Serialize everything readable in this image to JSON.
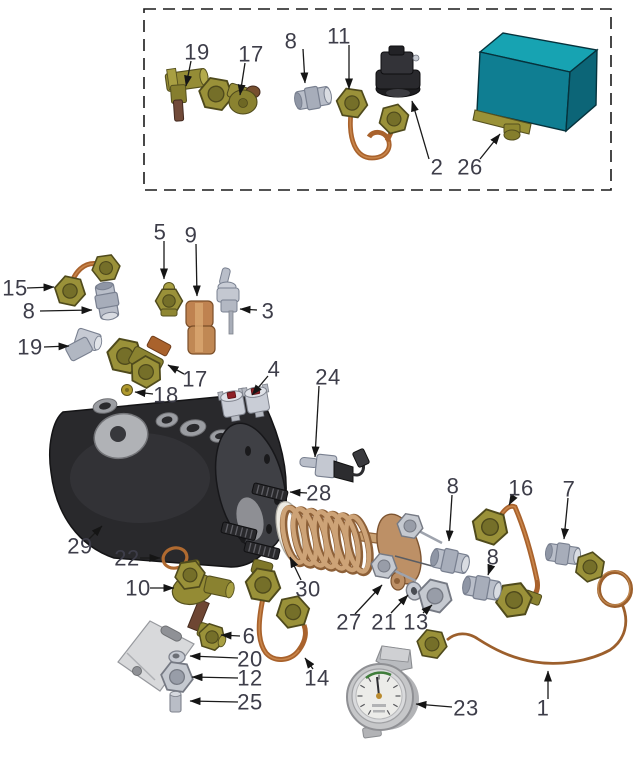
{
  "diagram": {
    "description_visible_text_only": "",
    "callouts": [
      {
        "label": "19"
      },
      {
        "label": "17"
      },
      {
        "label": "8"
      },
      {
        "label": "11"
      },
      {
        "label": "2"
      },
      {
        "label": "26"
      },
      {
        "label": "5"
      },
      {
        "label": "9"
      },
      {
        "label": "15"
      },
      {
        "label": "8"
      },
      {
        "label": "3"
      },
      {
        "label": "19"
      },
      {
        "label": "17"
      },
      {
        "label": "18"
      },
      {
        "label": "4"
      },
      {
        "label": "24"
      },
      {
        "label": "28"
      },
      {
        "label": "29"
      },
      {
        "label": "22"
      },
      {
        "label": "30"
      },
      {
        "label": "10"
      },
      {
        "label": "6"
      },
      {
        "label": "20"
      },
      {
        "label": "12"
      },
      {
        "label": "25"
      },
      {
        "label": "14"
      },
      {
        "label": "27"
      },
      {
        "label": "21"
      },
      {
        "label": "13"
      },
      {
        "label": "8"
      },
      {
        "label": "16"
      },
      {
        "label": "7"
      },
      {
        "label": "8"
      },
      {
        "label": "23"
      },
      {
        "label": "1"
      }
    ]
  },
  "colors": {
    "background": "#ffffff",
    "line": "#1a1a1a",
    "label_text": "#3d3d49",
    "brass": "#9a9139",
    "copper_tube": "#a9622c",
    "heating_coil_copper": "#c9a173",
    "steel_fitting_gray": "#b9bec9",
    "boiler_black": "#29292c",
    "pressure_switch_teal": "#0f7e92",
    "gasket_white": "#edebe3",
    "thermostat_red": "#8e2026"
  }
}
